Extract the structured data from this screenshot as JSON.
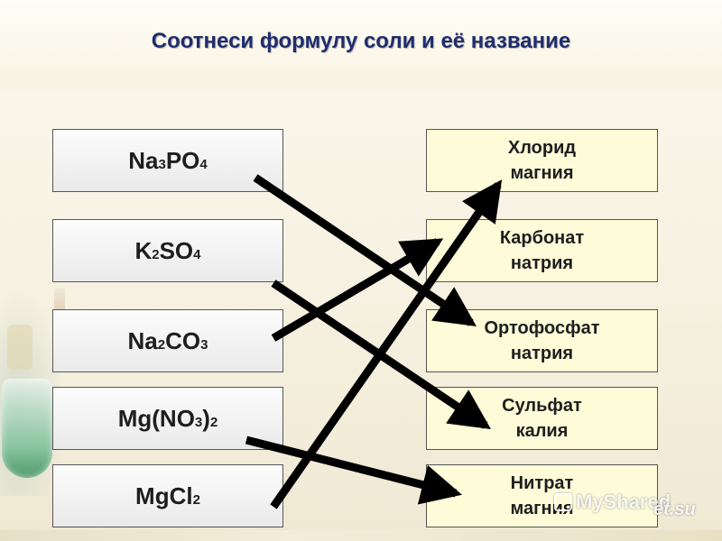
{
  "title": "Соотнеси формулу соли и её название",
  "formulas": [
    {
      "parts": [
        "Na",
        "3",
        "PO",
        "4"
      ]
    },
    {
      "parts": [
        "K",
        "2",
        "SO",
        "4"
      ]
    },
    {
      "parts": [
        "Na",
        "2",
        "CO",
        "3"
      ]
    },
    {
      "parts": [
        "Mg(NO",
        "3",
        ")",
        "2"
      ]
    },
    {
      "parts": [
        "MgCl",
        "2"
      ]
    }
  ],
  "names": [
    {
      "line1": "Хлорид",
      "line2": "магния"
    },
    {
      "line1": "Карбонат",
      "line2": "натрия"
    },
    {
      "line1": "Ортофосфат",
      "line2": "натрия"
    },
    {
      "line1": "Сульфат",
      "line2": "калия"
    },
    {
      "line1": "Нитрат",
      "line2": "магния"
    }
  ],
  "watermark": {
    "brand": "MyShared",
    "site": "et.su"
  },
  "colors": {
    "title": "#1f2d6e",
    "name_box_fill": "#fdfbd8",
    "formula_box_fill": "#eeeeee",
    "arrow": "#000000"
  }
}
